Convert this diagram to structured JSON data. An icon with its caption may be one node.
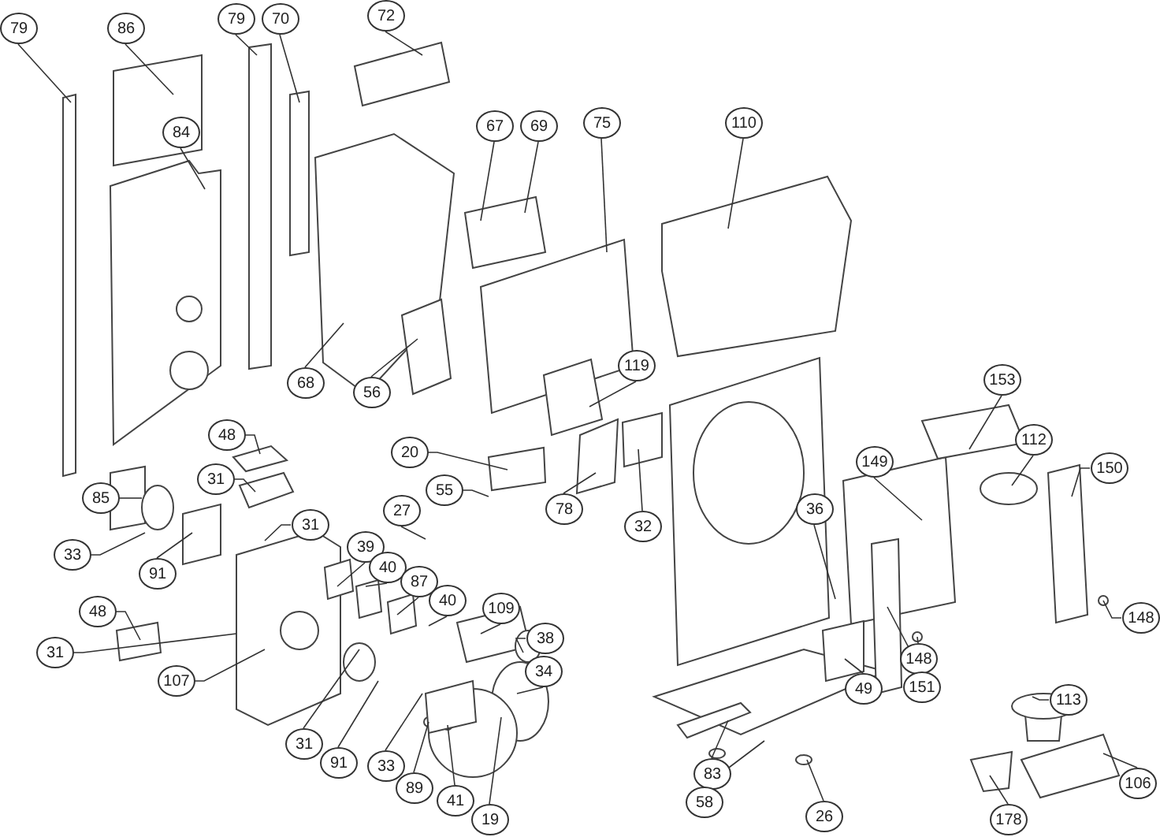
{
  "diagram": {
    "nodes": [
      {
        "text": [
          "79"
        ]
      },
      {
        "text": [
          "86"
        ]
      },
      {
        "text": [
          "79"
        ]
      },
      {
        "text": [
          "70"
        ]
      },
      {
        "text": [
          "72"
        ]
      },
      {
        "text": [
          "84"
        ]
      },
      {
        "text": [
          "67"
        ]
      },
      {
        "text": [
          "69"
        ]
      },
      {
        "text": [
          "75"
        ]
      },
      {
        "text": [
          "110"
        ]
      },
      {
        "text": [
          "68"
        ]
      },
      {
        "text": [
          "56"
        ]
      },
      {
        "text": [
          "119"
        ]
      },
      {
        "text": [
          "153"
        ]
      },
      {
        "text": [
          "48"
        ]
      },
      {
        "text": [
          "112"
        ]
      },
      {
        "text": [
          "20"
        ]
      },
      {
        "text": [
          "149"
        ]
      },
      {
        "text": [
          "150"
        ]
      },
      {
        "text": [
          "31"
        ]
      },
      {
        "text": [
          "85"
        ]
      },
      {
        "text": [
          "55"
        ]
      },
      {
        "text": [
          "27"
        ]
      },
      {
        "text": [
          "78"
        ]
      },
      {
        "text": [
          "32"
        ]
      },
      {
        "text": [
          "36"
        ]
      },
      {
        "text": [
          "31"
        ]
      },
      {
        "text": [
          "33"
        ]
      },
      {
        "text": [
          "39"
        ]
      },
      {
        "text": [
          "91"
        ]
      },
      {
        "text": [
          "40"
        ]
      },
      {
        "text": [
          "87"
        ]
      },
      {
        "text": [
          "40"
        ]
      },
      {
        "text": [
          "48"
        ]
      },
      {
        "text": [
          "109"
        ]
      },
      {
        "text": [
          "148"
        ]
      },
      {
        "text": [
          "38"
        ]
      },
      {
        "text": [
          "31"
        ]
      },
      {
        "text": [
          "148"
        ]
      },
      {
        "text": [
          "34"
        ]
      },
      {
        "text": [
          "107"
        ]
      },
      {
        "text": [
          "49"
        ]
      },
      {
        "text": [
          "151"
        ]
      },
      {
        "text": [
          "113"
        ]
      },
      {
        "text": [
          "31"
        ]
      },
      {
        "text": [
          "91"
        ]
      },
      {
        "text": [
          "33"
        ]
      },
      {
        "text": [
          "89"
        ]
      },
      {
        "text": [
          "41"
        ]
      },
      {
        "text": [
          "83"
        ]
      },
      {
        "text": [
          "106"
        ]
      },
      {
        "text": [
          "58"
        ]
      },
      {
        "text": [
          "19"
        ]
      },
      {
        "text": [
          "26"
        ]
      },
      {
        "text": [
          "178"
        ]
      }
    ],
    "edges": [
      {
        "from": 0,
        "to": null,
        "arrow": "none"
      },
      {
        "from": 1,
        "to": null,
        "arrow": "none"
      },
      {
        "from": 2,
        "to": null,
        "arrow": "none"
      },
      {
        "from": 3,
        "to": null,
        "arrow": "none"
      },
      {
        "from": 4,
        "to": null,
        "arrow": "none"
      },
      {
        "from": 5,
        "to": null,
        "arrow": "none"
      },
      {
        "from": 6,
        "to": null,
        "arrow": "none"
      },
      {
        "from": 7,
        "to": null,
        "arrow": "none"
      },
      {
        "from": 8,
        "to": null,
        "arrow": "none"
      },
      {
        "from": 9,
        "to": null,
        "arrow": "none"
      },
      {
        "from": 10,
        "to": null,
        "arrow": "none"
      },
      {
        "from": 11,
        "to": null,
        "arrow": "none"
      },
      {
        "from": 12,
        "to": null,
        "arrow": "none"
      },
      {
        "from": 13,
        "to": null,
        "arrow": "none"
      },
      {
        "from": 14,
        "to": null,
        "arrow": "none"
      },
      {
        "from": 15,
        "to": null,
        "arrow": "none"
      },
      {
        "from": 16,
        "to": null,
        "arrow": "none"
      },
      {
        "from": 17,
        "to": null,
        "arrow": "none"
      },
      {
        "from": 18,
        "to": null,
        "arrow": "none"
      },
      {
        "from": 19,
        "to": null,
        "arrow": "none"
      },
      {
        "from": 20,
        "to": null,
        "arrow": "none"
      },
      {
        "from": 21,
        "to": null,
        "arrow": "none"
      },
      {
        "from": 22,
        "to": null,
        "arrow": "none"
      },
      {
        "from": 23,
        "to": null,
        "arrow": "none"
      },
      {
        "from": 24,
        "to": null,
        "arrow": "none"
      },
      {
        "from": 25,
        "to": null,
        "arrow": "none"
      },
      {
        "from": 26,
        "to": null,
        "arrow": "none"
      },
      {
        "from": 27,
        "to": null,
        "arrow": "none"
      },
      {
        "from": 28,
        "to": null,
        "arrow": "none"
      },
      {
        "from": 29,
        "to": null,
        "arrow": "none"
      },
      {
        "from": 30,
        "to": null,
        "arrow": "none"
      },
      {
        "from": 31,
        "to": null,
        "arrow": "none"
      },
      {
        "from": 32,
        "to": null,
        "arrow": "none"
      },
      {
        "from": 33,
        "to": null,
        "arrow": "none"
      },
      {
        "from": 34,
        "to": null,
        "arrow": "none"
      },
      {
        "from": 35,
        "to": null,
        "arrow": "none"
      },
      {
        "from": 36,
        "to": null,
        "arrow": "none"
      },
      {
        "from": 37,
        "to": null,
        "arrow": "none"
      },
      {
        "from": 38,
        "to": null,
        "arrow": "none"
      },
      {
        "from": 39,
        "to": null,
        "arrow": "none"
      },
      {
        "from": 40,
        "to": null,
        "arrow": "none"
      },
      {
        "from": 41,
        "to": null,
        "arrow": "none"
      },
      {
        "from": 42,
        "to": null,
        "arrow": "none"
      },
      {
        "from": 43,
        "to": null,
        "arrow": "none"
      },
      {
        "from": 44,
        "to": null,
        "arrow": "none"
      },
      {
        "from": 45,
        "to": null,
        "arrow": "none"
      },
      {
        "from": 46,
        "to": null,
        "arrow": "none"
      },
      {
        "from": 47,
        "to": null,
        "arrow": "none"
      },
      {
        "from": 48,
        "to": null,
        "arrow": "none"
      },
      {
        "from": 49,
        "to": null,
        "arrow": "none"
      },
      {
        "from": 50,
        "to": null,
        "arrow": "none"
      },
      {
        "from": 51,
        "to": null,
        "arrow": "none"
      },
      {
        "from": 52,
        "to": null,
        "arrow": "none"
      },
      {
        "from": 53,
        "to": null,
        "arrow": "none"
      },
      {
        "from": 54,
        "to": null,
        "arrow": "none"
      }
    ]
  }
}
